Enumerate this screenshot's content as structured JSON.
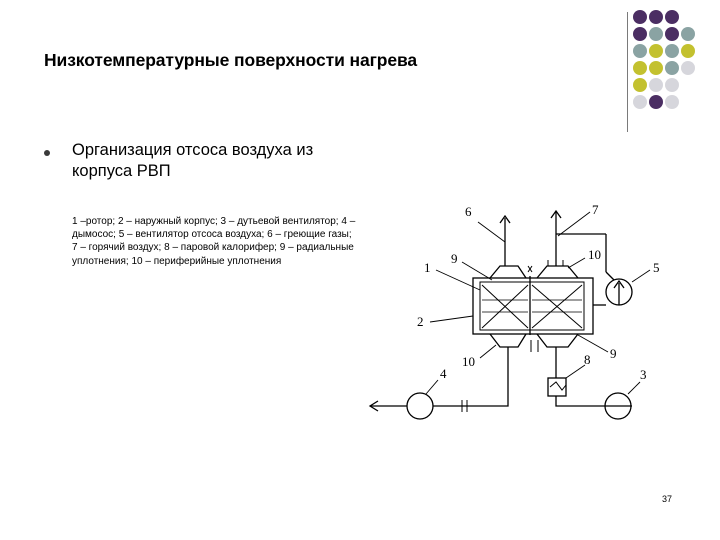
{
  "slide": {
    "title": "Низкотемпературные поверхности нагрева",
    "bullet": "Организация отсоса воздуха из корпуса РВП",
    "caption": "1 –ротор; 2 – наружный корпус; 3 – дутьевой вентилятор; 4 – дымосос; 5 – вентилятор отсоса воздуха; 6 – греющие газы; 7 – горячий воздух; 8 – паровой калорифер; 9 – радиальные уплотнения; 10 – периферийные уплотнения",
    "page_number": "37"
  },
  "decoration": {
    "colors": {
      "purple": "#4b2e63",
      "gray": "#8aa3a3",
      "yellow": "#c3c12f",
      "light": "#d6d6dc",
      "line": "#7a7a7a"
    }
  },
  "diagram": {
    "labels": {
      "n1": "1",
      "n2": "2",
      "n3": "3",
      "n4": "4",
      "n5": "5",
      "n6": "6",
      "n7": "7",
      "n8": "8",
      "n9a": "9",
      "n9b": "9",
      "n10a": "10",
      "n10b": "10"
    }
  }
}
